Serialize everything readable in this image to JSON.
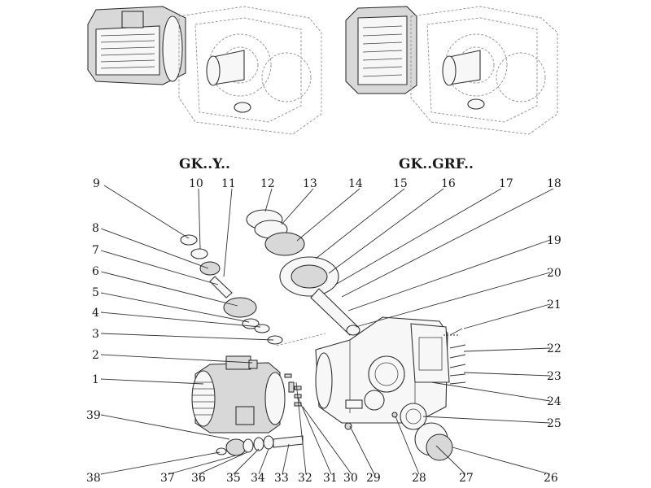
{
  "titles": {
    "left": "GK..Y..",
    "right": "GK..GRF.."
  },
  "callouts": {
    "c1": "1",
    "c2": "2",
    "c3": "3",
    "c4": "4",
    "c5": "5",
    "c6": "6",
    "c7": "7",
    "c8": "8",
    "c9": "9",
    "c10": "10",
    "c11": "11",
    "c12": "12",
    "c13": "13",
    "c14": "14",
    "c15": "15",
    "c16": "16",
    "c17": "17",
    "c18": "18",
    "c19": "19",
    "c20": "20",
    "c21": "21",
    "c22": "22",
    "c23": "23",
    "c24": "24",
    "c25": "25",
    "c26": "26",
    "c27": "27",
    "c28": "28",
    "c29": "29",
    "c30": "30",
    "c31": "31",
    "c32": "32",
    "c33": "33",
    "c34": "34",
    "c35": "35",
    "c36": "36",
    "c37": "37",
    "c38": "38",
    "c39": "39"
  }
}
